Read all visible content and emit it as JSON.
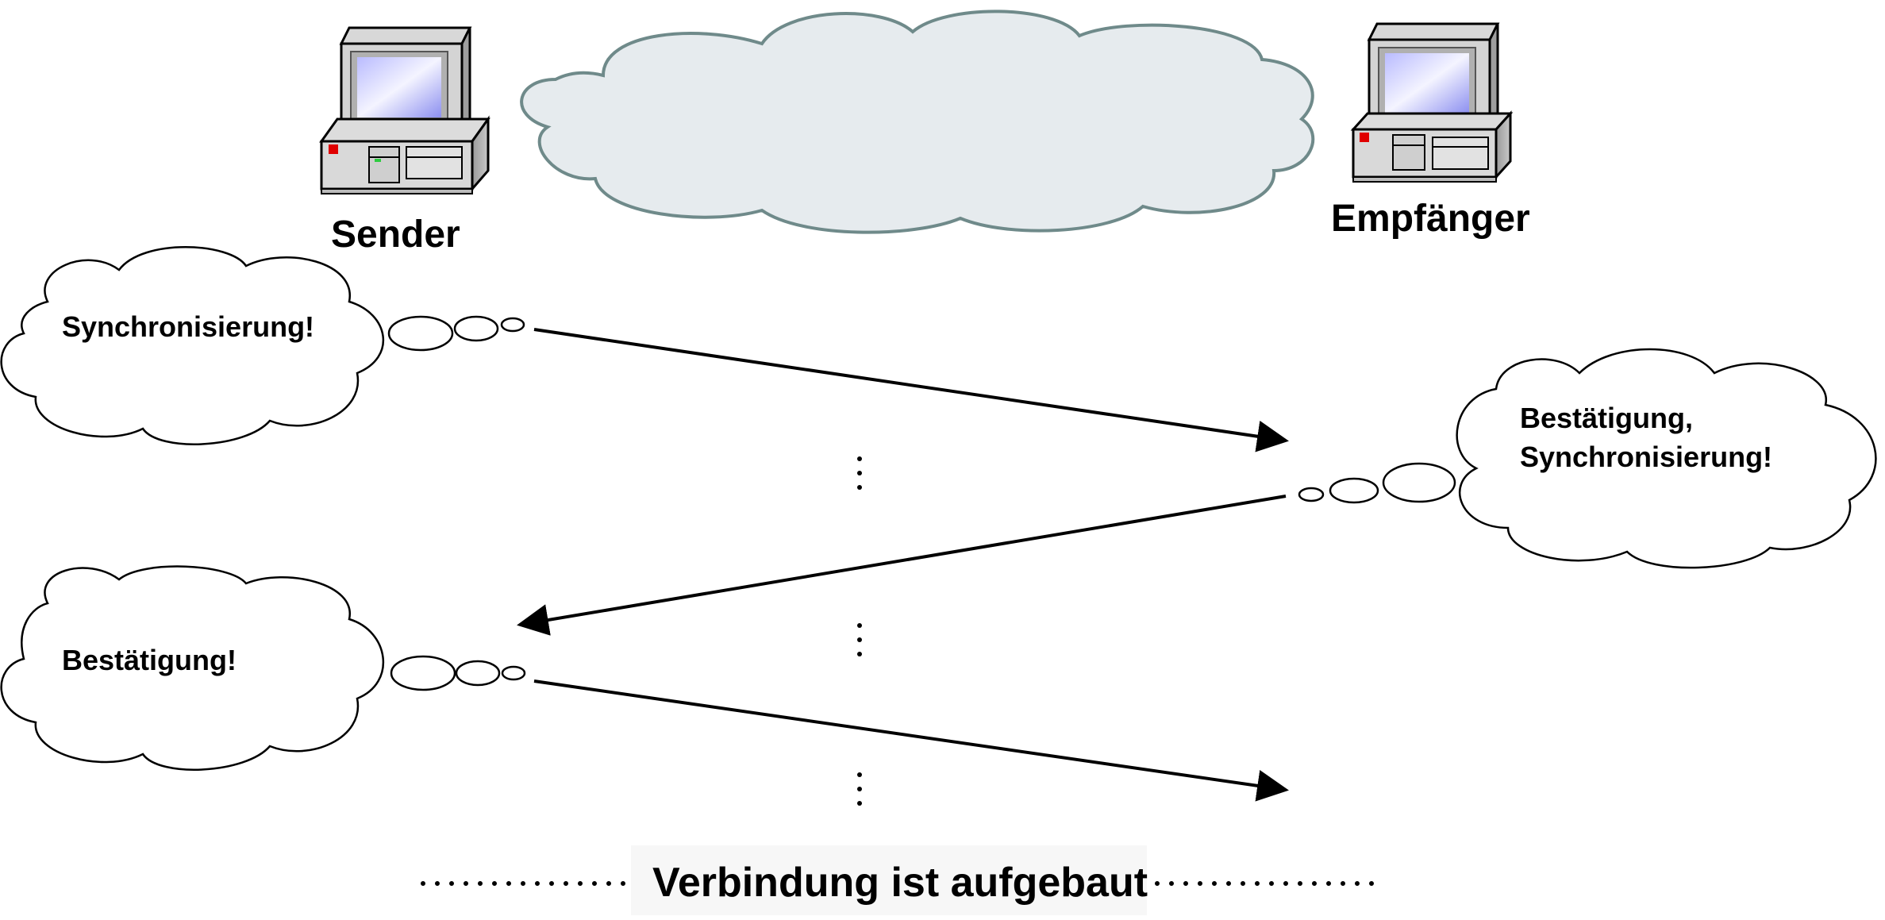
{
  "nodes": {
    "sender_label": "Sender",
    "receiver_label": "Empfänger"
  },
  "bubbles": {
    "sender_syn": "Synchronisierung!",
    "receiver_synack": [
      "Bestätigung,",
      "Synchronisierung!"
    ],
    "sender_ack": "Bestätigung!"
  },
  "status": {
    "text": "Verbindung ist aufgebaut"
  },
  "colors": {
    "network_cloud_fill": "#e6ebee",
    "network_cloud_stroke": "#6f8a8a",
    "screen": "#8c8ff0",
    "led_red": "#e00000",
    "led_green": "#2ecc40"
  },
  "icons": {
    "sender": "desktop-computer-icon",
    "receiver": "desktop-computer-icon",
    "network": "cloud-icon"
  }
}
